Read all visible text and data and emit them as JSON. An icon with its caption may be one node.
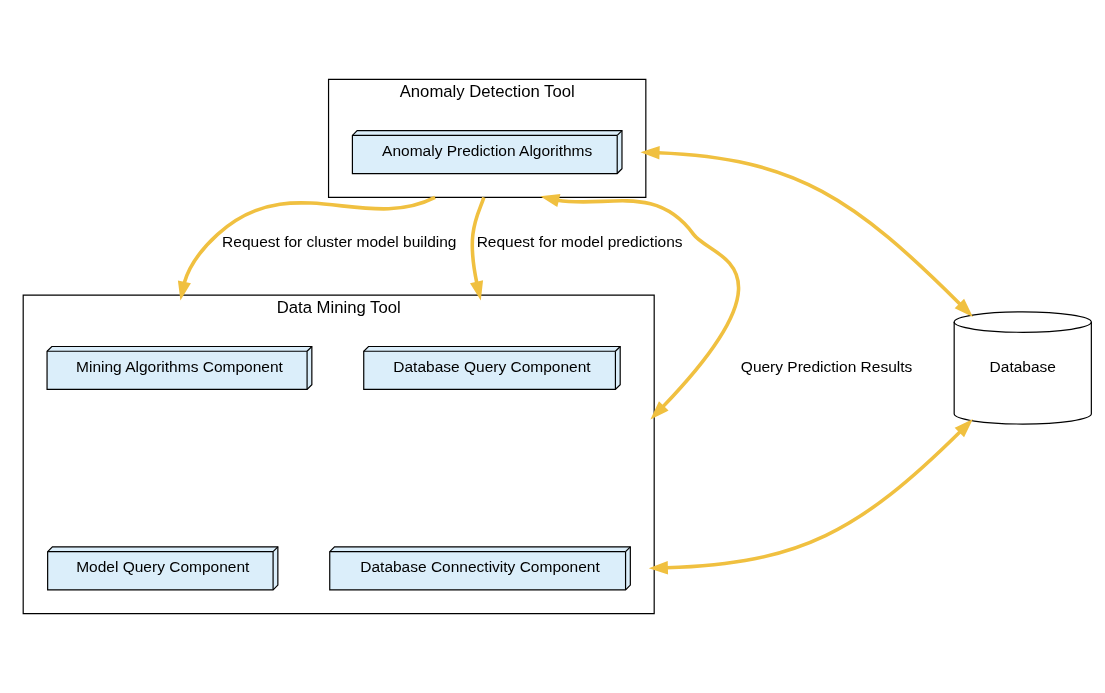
{
  "diagram": {
    "nodes": [
      {
        "text": [
          "Anomaly Detection Tool"
        ]
      },
      {
        "text": [
          "Anomaly Prediction Algorithms"
        ],
        "in": 0
      },
      {
        "text": [
          "Database"
        ]
      },
      {
        "text": [
          "Data Mining Tool"
        ]
      },
      {
        "text": [
          "Mining Algorithms Component"
        ],
        "in": 3
      },
      {
        "text": [
          "Database Query Component"
        ],
        "in": 3
      },
      {
        "text": [
          "Model Query Component"
        ],
        "in": 3
      },
      {
        "text": [
          "Database Connectivity Component"
        ],
        "in": 3
      }
    ],
    "edges": [
      {
        "from": 0,
        "to": 3,
        "arrow": "to",
        "label": "Request for cluster model building"
      },
      {
        "from": 0,
        "to": 3,
        "arrow": "to",
        "label": "Request for model predictions"
      },
      {
        "from": 0,
        "to": 3,
        "arrow": "both",
        "label": "Query Prediction Results"
      },
      {
        "from": 0,
        "to": 2,
        "arrow": "both"
      },
      {
        "from": 2,
        "to": 3,
        "arrow": "both"
      }
    ]
  }
}
